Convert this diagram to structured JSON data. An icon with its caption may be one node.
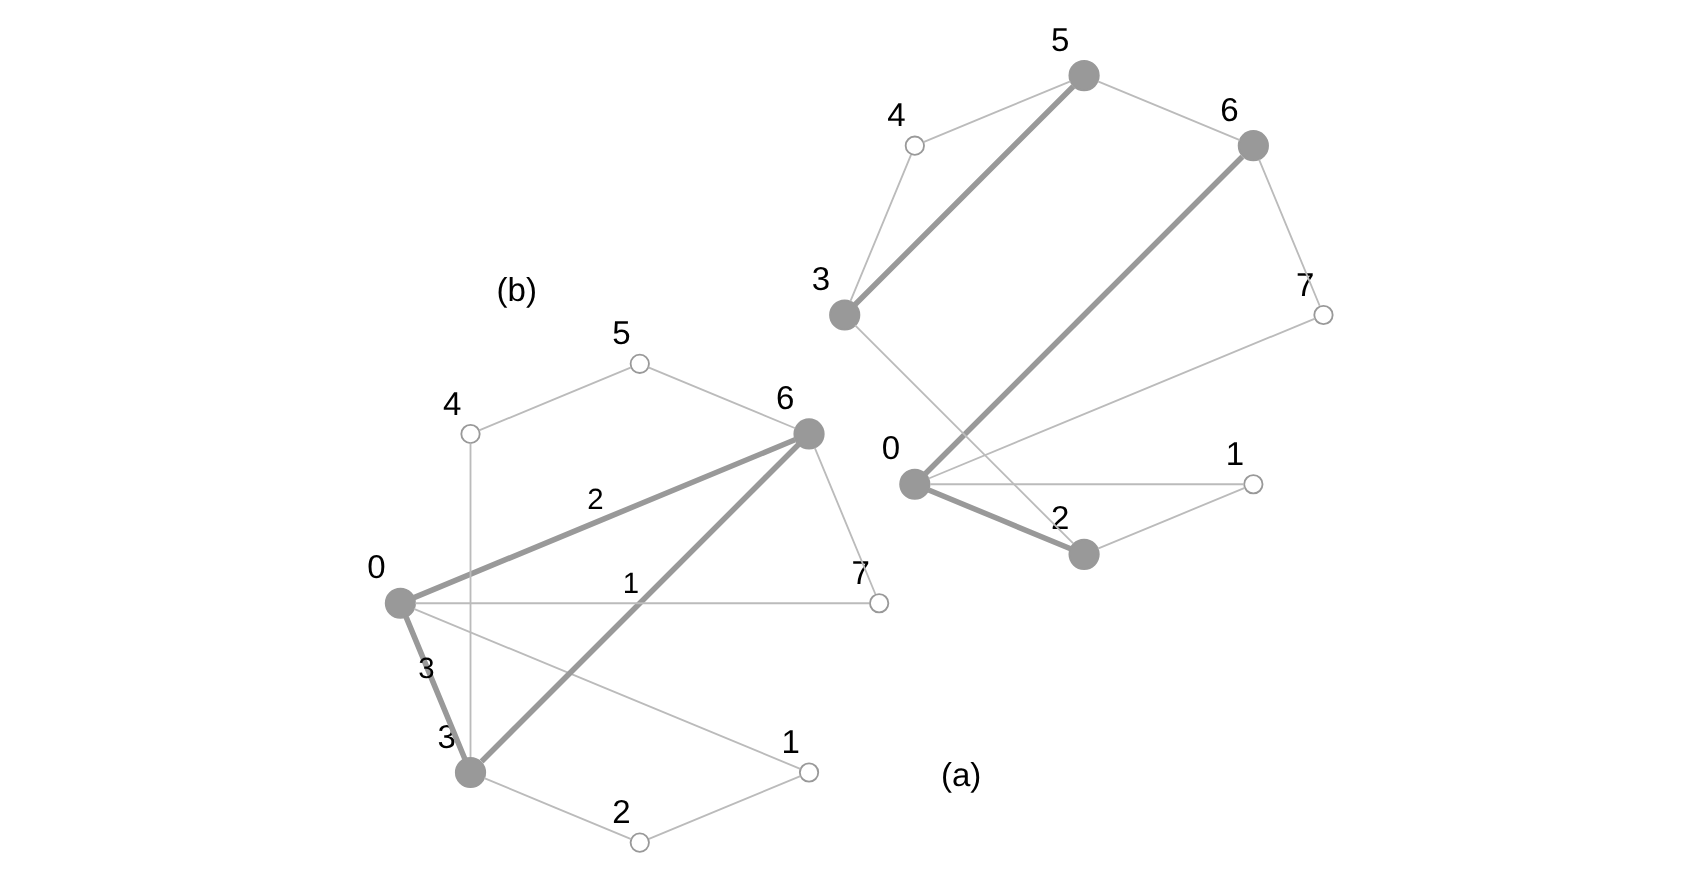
{
  "diagram": {
    "nodes": [
      {
        "text": [],
        "shape": "dot",
        "beside": [
          "0"
        ]
      },
      {
        "text": [],
        "shape": "circle",
        "beside": [
          "1"
        ]
      },
      {
        "text": [],
        "shape": "circle",
        "beside": [
          "2"
        ]
      },
      {
        "text": [],
        "shape": "dot",
        "beside": [
          "3"
        ]
      },
      {
        "text": [],
        "shape": "circle",
        "beside": [
          "4"
        ]
      },
      {
        "text": [],
        "shape": "circle",
        "beside": [
          "5"
        ]
      },
      {
        "text": [],
        "shape": "dot",
        "beside": [
          "6"
        ]
      },
      {
        "text": [],
        "shape": "circle",
        "beside": [
          "7"
        ]
      },
      {
        "text": [],
        "shape": "dot",
        "beside": [
          "0"
        ]
      },
      {
        "text": [],
        "shape": "circle",
        "beside": [
          "1"
        ]
      },
      {
        "text": [],
        "shape": "dot",
        "beside": [
          "2"
        ]
      },
      {
        "text": [],
        "shape": "dot",
        "beside": [
          "3"
        ]
      },
      {
        "text": [],
        "shape": "circle",
        "beside": [
          "4"
        ]
      },
      {
        "text": [],
        "shape": "dot",
        "beside": [
          "5"
        ]
      },
      {
        "text": [],
        "shape": "dot",
        "beside": [
          "6"
        ]
      },
      {
        "text": [],
        "shape": "circle",
        "beside": [
          "7"
        ]
      }
    ],
    "edges": [
      {
        "from": 0,
        "to": 1,
        "arrow": "none"
      },
      {
        "from": 1,
        "to": 2,
        "arrow": "none"
      },
      {
        "from": 2,
        "to": 3,
        "arrow": "none"
      },
      {
        "from": 3,
        "to": 4,
        "arrow": "none"
      },
      {
        "from": 4,
        "to": 5,
        "arrow": "none"
      },
      {
        "from": 5,
        "to": 6,
        "arrow": "none"
      },
      {
        "from": 6,
        "to": 7,
        "arrow": "none"
      },
      {
        "from": 7,
        "to": 0,
        "arrow": "none"
      },
      {
        "from": 0,
        "to": 6,
        "arrow": "none",
        "style": "thick",
        "label": "2"
      },
      {
        "from": 0,
        "to": 3,
        "arrow": "none",
        "style": "thick",
        "label": "3"
      },
      {
        "from": 6,
        "to": 3,
        "arrow": "none",
        "style": "thick",
        "label": "1"
      },
      {
        "from": 8,
        "to": 9,
        "arrow": "none"
      },
      {
        "from": 9,
        "to": 10,
        "arrow": "none"
      },
      {
        "from": 10,
        "to": 11,
        "arrow": "none"
      },
      {
        "from": 11,
        "to": 12,
        "arrow": "none"
      },
      {
        "from": 12,
        "to": 13,
        "arrow": "none"
      },
      {
        "from": 13,
        "to": 14,
        "arrow": "none"
      },
      {
        "from": 14,
        "to": 15,
        "arrow": "none"
      },
      {
        "from": 15,
        "to": 8,
        "arrow": "none"
      },
      {
        "from": 8,
        "to": 14,
        "arrow": "none",
        "style": "thick"
      },
      {
        "from": 8,
        "to": 10,
        "arrow": "none",
        "style": "thick"
      },
      {
        "from": 13,
        "to": 11,
        "arrow": "none",
        "style": "thick"
      }
    ],
    "labels": [
      "(a)",
      "(b)"
    ]
  }
}
